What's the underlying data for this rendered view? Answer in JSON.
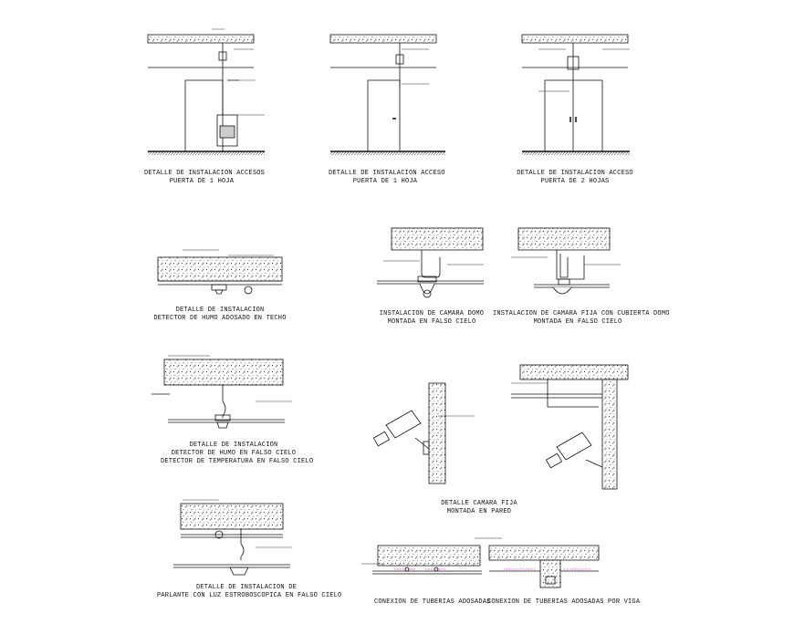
{
  "captions": {
    "d1_l1": "DETALLE DE INSTALACION ACCESOS",
    "d1_l2": "PUERTA DE 1 HOJA",
    "d2_l1": "DETALLE DE INSTALACION ACCESO",
    "d2_l2": "PUERTA DE 1 HOJA",
    "d3_l1": "DETALLE DE INSTALACION ACCESO",
    "d3_l2": "PUERTA DE 2 HOJAS",
    "d4_l1": "DETALLE DE INSTALACION",
    "d4_l2": "DETECTOR DE HUMO ADOSADO EN TECHO",
    "d5_l1": "INSTALACION DE CAMARA DOMO",
    "d5_l2": "MONTADA EN FALSO CIELO",
    "d6_l1": "INSTALACION DE CAMARA FIJA CON CUBIERTA DOMO",
    "d6_l2": "MONTADA EN FALSO CIELO",
    "d7_l1": "DETALLE DE INSTALACION",
    "d7_l2": "DETECTOR DE HUMO EN FALSO CIELO",
    "d7_l3": "DETECTOR DE TEMPERATURA EN FALSO CIELO",
    "d8_l1": "DETALLE CAMARA FIJA",
    "d8_l2": "MONTADA EN PARED",
    "d9_l1": "DETALLE DE INSTALACION DE",
    "d9_l2": "PARLANTE CON LUZ ESTROBOSCOPICA EN FALSO CIELO",
    "d10_l1": "CONEXION DE TUBERIAS ADOSADAS",
    "d11_l1": "CONEXION DE TUBERIAS ADOSADAS POR VIGA"
  },
  "colors": {
    "ink": "#111111",
    "accent": "#d62ad6",
    "paper": "#ffffff"
  }
}
